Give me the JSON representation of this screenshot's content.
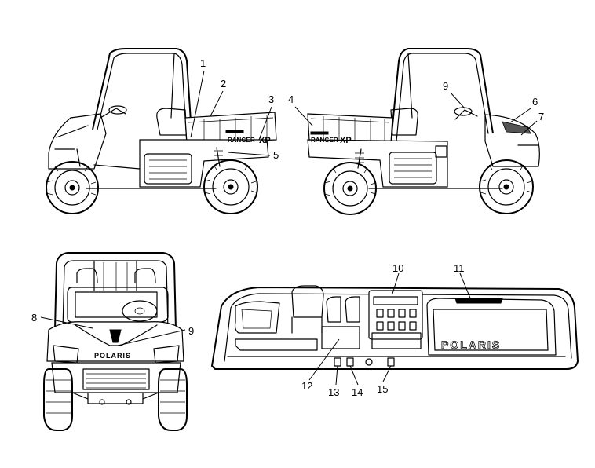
{
  "callouts": {
    "c1": "1",
    "c2": "2",
    "c3": "3",
    "c4": "4",
    "c5": "5",
    "c6": "6",
    "c7": "7",
    "c8": "8",
    "c9a": "9",
    "c9b": "9",
    "c10": "10",
    "c11": "11",
    "c12": "12",
    "c13": "13",
    "c14": "14",
    "c15": "15"
  },
  "decals": {
    "ranger_left": "RANGER",
    "xp_left": "XP",
    "ranger_right": "RANGER",
    "xp_right": "XP",
    "polaris_front": "POLARIS",
    "polaris_dash": "POLARIS"
  }
}
